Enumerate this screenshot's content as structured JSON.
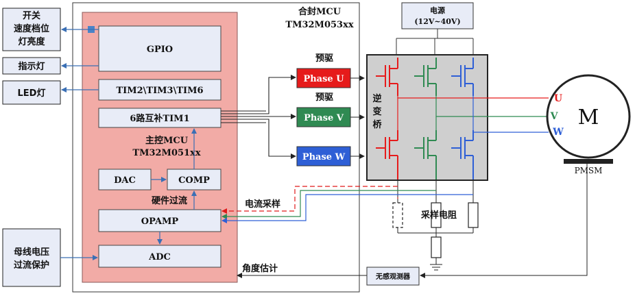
{
  "left_blocks": {
    "inputs_top": [
      "开关",
      "速度档位",
      "灯亮度"
    ],
    "indicator": "指示灯",
    "led": "LED灯",
    "bus_protect": [
      "母线电压",
      "过流保护"
    ]
  },
  "sealed_mcu": {
    "line1": "合封MCU",
    "line2": "TM32M053xx"
  },
  "main_mcu": {
    "gpio": "GPIO",
    "tims": "TIM2\\TIM3\\TIM6",
    "tim1": "6路互补TIM1",
    "title1": "主控MCU",
    "title2": "TM32M051xx",
    "dac": "DAC",
    "comp": "COMP",
    "hw_oc": "硬件过流",
    "opamp": "OPAMP",
    "adc": "ADC"
  },
  "drivers": {
    "predrive": "预驱",
    "phase_u": "Phase U",
    "phase_v": "Phase V",
    "phase_w": "Phase W"
  },
  "power": {
    "line1": "电源",
    "line2": "(12V~40V)"
  },
  "inverter": [
    "逆",
    "变",
    "桥"
  ],
  "motor": {
    "symbol": "M",
    "u": "U",
    "v": "V",
    "w": "W",
    "type": "PMSM"
  },
  "sensing": {
    "current_sample": "电流采样",
    "shunt": "采样电阻"
  },
  "estimation": {
    "angle": "角度估计",
    "observer": "无感观测器"
  },
  "colors": {
    "mcu_fill": "#f2aba6",
    "block_fill": "#e8ecf7",
    "u": "#ee1c1c",
    "v": "#2f8a52",
    "w": "#2e5fd6",
    "inverter_fill": "#cfcfcf"
  }
}
